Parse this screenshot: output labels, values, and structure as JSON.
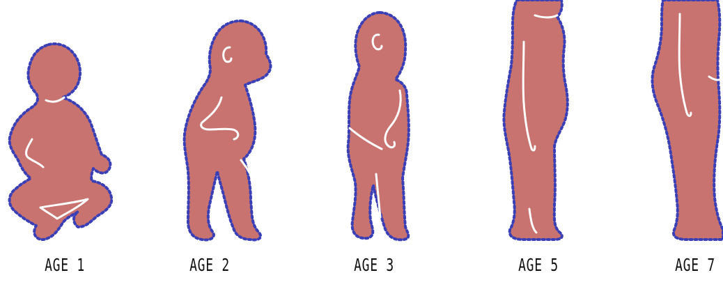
{
  "figures": [
    {
      "label": "AGE 1"
    },
    {
      "label": "AGE 2"
    },
    {
      "label": "AGE 3"
    },
    {
      "label": "AGE 5"
    },
    {
      "label": "AGE 7"
    }
  ],
  "colors": {
    "body_fill": "#c8736f",
    "outline": "#3b3fb5",
    "detail_lines": "#ffffff",
    "label_text": "#111111"
  }
}
